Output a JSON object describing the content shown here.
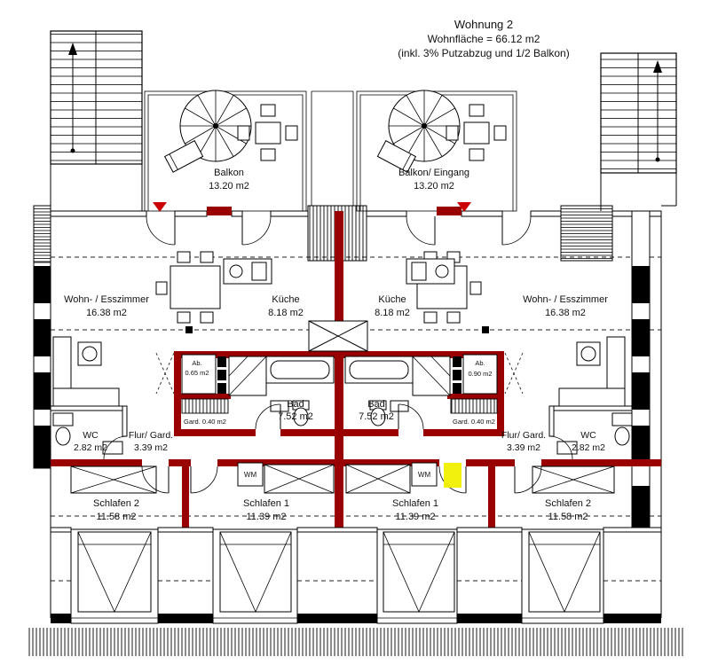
{
  "header": {
    "line1": "Wohnung 2",
    "line2": "Wohnfläche = 66.12 m2",
    "line3": "(inkl. 3% Putzabzug und 1/2 Balkon)"
  },
  "rooms": {
    "balkon_left": {
      "name": "Balkon",
      "area": "13.20 m2"
    },
    "balkon_right": {
      "name": "Balkon/ Eingang",
      "area": "13.20 m2"
    },
    "wohn_left": {
      "name": "Wohn- / Esszimmer",
      "area": "16.38 m2"
    },
    "kueche_left": {
      "name": "Küche",
      "area": "8.18 m2"
    },
    "kueche_right": {
      "name": "Küche",
      "area": "8.18 m2"
    },
    "wohn_right": {
      "name": "Wohn- / Esszimmer",
      "area": "16.38 m2"
    },
    "bad_left": {
      "name": "Bad",
      "area": "7.52 m2"
    },
    "bad_right": {
      "name": "Bad",
      "area": "7.52 m2"
    },
    "ab_left": {
      "name": "Ab.",
      "area": "0.65 m2"
    },
    "ab_right": {
      "name": "Ab.",
      "area": "0.90 m2"
    },
    "gard_left": {
      "label": "Gard. 0.40 m2"
    },
    "gard_right": {
      "label": "Gard. 0.40 m2"
    },
    "wc_left": {
      "name": "WC",
      "area": "2.82 m2"
    },
    "flur_left": {
      "name": "Flur/ Gard.",
      "area": "3.39 m2"
    },
    "flur_right": {
      "name": "Flur/ Gard.",
      "area": "3.39 m2"
    },
    "wc_right": {
      "name": "WC",
      "area": "2.82 m2"
    },
    "wm_left": {
      "label": "WM"
    },
    "wm_right": {
      "label": "WM"
    },
    "schlafen2_left": {
      "name": "Schlafen 2",
      "area": "11.58 m2"
    },
    "schlafen1_left": {
      "name": "Schlafen 1",
      "area": "11.39 m2"
    },
    "schlafen1_right": {
      "name": "Schlafen 1",
      "area": "11.39 m2"
    },
    "schlafen2_right": {
      "name": "Schlafen 2",
      "area": "11.58 m2"
    }
  },
  "colors": {
    "wall_red": "#990000",
    "marker_red": "#cc0000",
    "highlight_yellow": "#f0f000"
  }
}
